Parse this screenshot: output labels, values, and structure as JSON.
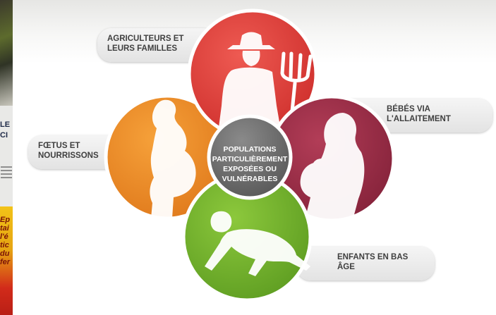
{
  "diagram": {
    "center": {
      "text": "POPULATIONS\nPARTICULIÈREMENT\nEXPOSÉES OU\nVULNÉRABLES"
    },
    "groups": [
      {
        "label": "AGRICULTEURS ET\nLEURS FAMILLES",
        "color": "#e0403d"
      },
      {
        "label": "BÉBÉS VIA\nL'ALLAITEMENT",
        "color": "#9c2f48"
      },
      {
        "label": "ENFANTS EN BAS\nÂGE",
        "color": "#76b82f"
      },
      {
        "label": "FŒTUS ET\nNOURRISSONS",
        "color": "#ef8c27"
      }
    ],
    "center_color": "#6e6e6e"
  },
  "sidebar": {
    "fragment_text": [
      "LE",
      "CI"
    ],
    "book_fragment_text": [
      "Ep",
      "tai",
      "l'é",
      "tic",
      "du",
      "fer"
    ]
  }
}
